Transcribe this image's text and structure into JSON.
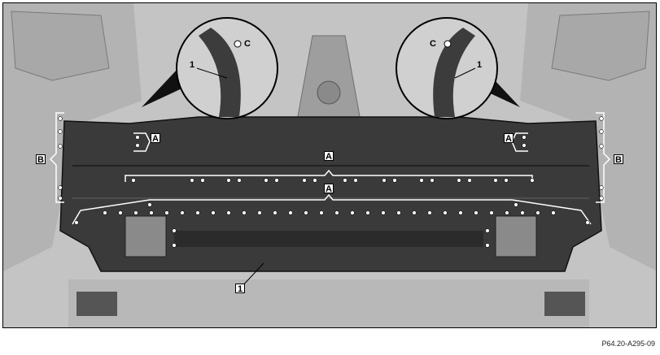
{
  "labels": {
    "a": "A",
    "b": "B",
    "c": "C",
    "one": "1"
  },
  "figure_code": "P64.20-A295-09",
  "colors": {
    "body_panel": "#bdbdbd",
    "crossmember": "#3a3a3a",
    "weld_spot": "#ffffff",
    "bracket_line": "#ffffff"
  }
}
